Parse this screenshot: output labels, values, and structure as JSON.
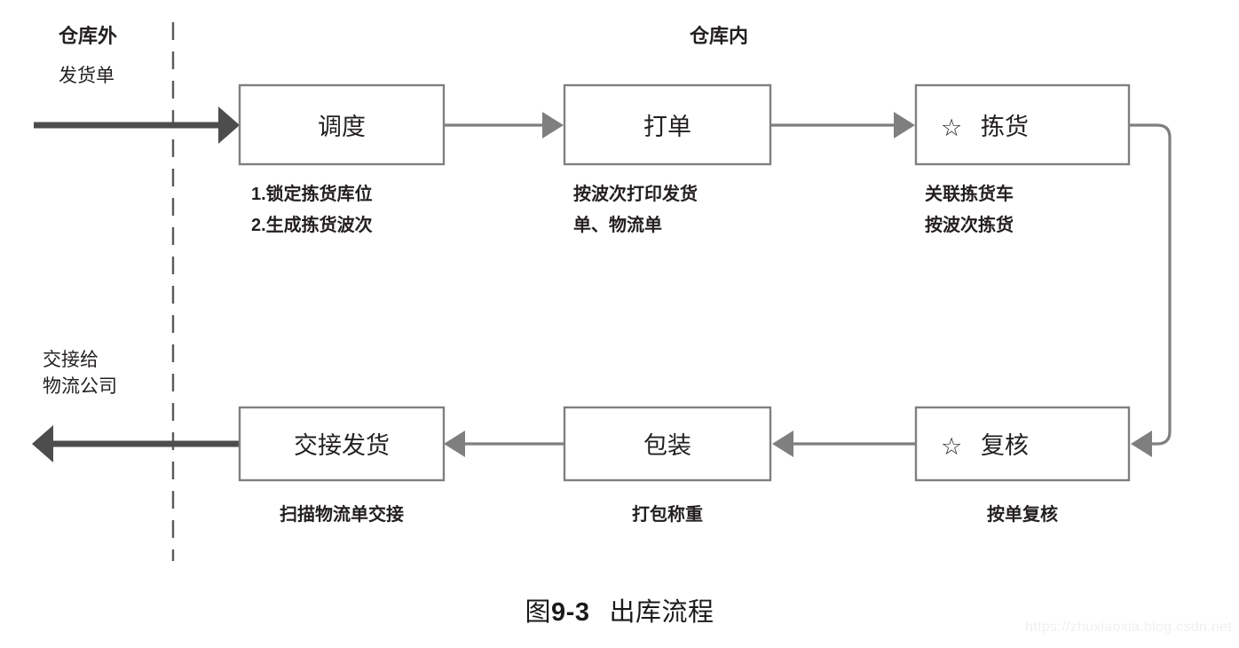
{
  "figure": {
    "caption_prefix": "图",
    "caption_number": "9-3",
    "caption_title": "出库流程",
    "watermark": "https://zhuxiaoxia.blog.csdn.net"
  },
  "zones": {
    "outside_label": "仓库外",
    "inside_label": "仓库内"
  },
  "io": {
    "input_label": "发货单",
    "output_label_line1": "交接给",
    "output_label_line2": "物流公司"
  },
  "nodes": [
    {
      "id": "dispatch",
      "title": "调度",
      "icon": "",
      "caption": [
        "1.锁定拣货库位",
        "2.生成拣货波次"
      ]
    },
    {
      "id": "print",
      "title": "打单",
      "icon": "",
      "caption": [
        "按波次打印发货",
        "单、物流单"
      ]
    },
    {
      "id": "pick",
      "title": "拣货",
      "icon": "☆",
      "caption": [
        "关联拣货车",
        "按波次拣货"
      ]
    },
    {
      "id": "handover",
      "title": "交接发货",
      "icon": "",
      "caption": [
        "扫描物流单交接"
      ]
    },
    {
      "id": "pack",
      "title": "包装",
      "icon": "",
      "caption": [
        "打包称重"
      ]
    },
    {
      "id": "review",
      "title": "复核",
      "icon": "☆",
      "caption": [
        "按单复核"
      ]
    }
  ],
  "colors": {
    "box_stroke": "#7f7f7f",
    "connector": "#7f7f7f",
    "thick_flow": "#4d4d4d",
    "text": "#231f20",
    "divider": "#595959",
    "watermark": "#f0f0f0"
  }
}
